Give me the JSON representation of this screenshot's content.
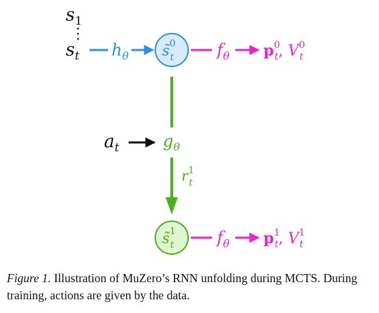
{
  "diagram": {
    "s1": {
      "base": "s",
      "sub": "1"
    },
    "vdots": "⋮",
    "st": {
      "base": "s",
      "sub": "t"
    },
    "h": {
      "base": "h",
      "sub": "θ"
    },
    "node0": {
      "tilde": "s̃",
      "sup": "0",
      "sub": "t"
    },
    "f0": {
      "base": "f",
      "sub": "θ"
    },
    "out0": {
      "p": "p",
      "sup": "0",
      "sub": "t",
      "sep": ", ",
      "v": "V",
      "vsup": "0",
      "vsub": "t"
    },
    "at": {
      "base": "a",
      "sub": "t"
    },
    "g": {
      "base": "g",
      "sub": "θ"
    },
    "r": {
      "base": "r",
      "sup": "1",
      "sub": "t"
    },
    "node1": {
      "tilde": "s̃",
      "sup": "1",
      "sub": "t"
    },
    "f1": {
      "base": "f",
      "sub": "θ"
    },
    "out1": {
      "p": "p",
      "sup": "1",
      "sub": "t",
      "sep": ", ",
      "v": "V",
      "vsup": "1",
      "vsub": "t"
    }
  },
  "colors": {
    "blue": "#2b8fe4",
    "blue_fill": "#d7ebfb",
    "green": "#49b01e",
    "green_fill": "#e0f5d2",
    "magenta": "#ee22c8",
    "black": "#111111"
  },
  "caption": {
    "figure_label": "Figure 1.",
    "text": " Illustration of MuZero’s RNN unfolding during MCTS. During training, actions are given by the data."
  }
}
